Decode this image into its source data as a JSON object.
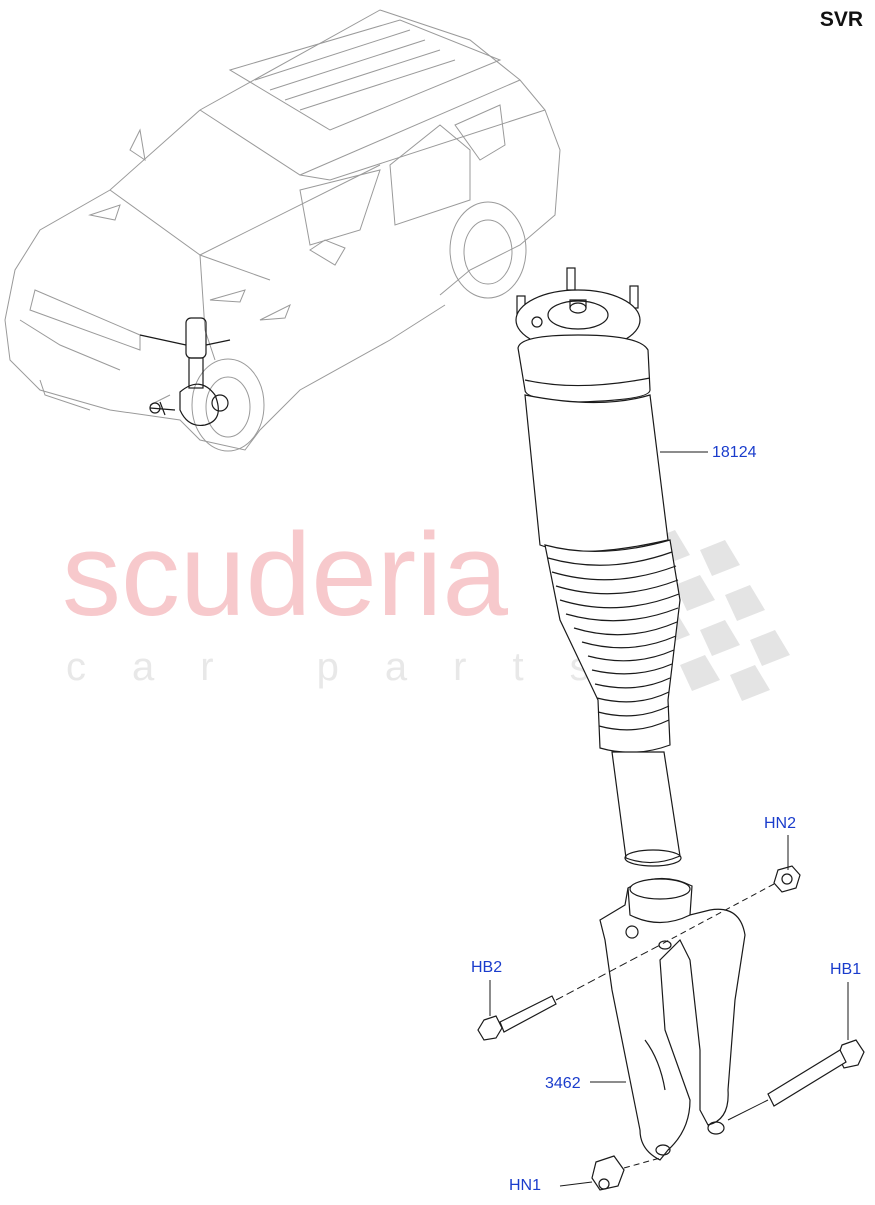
{
  "variant_badge": "SVR",
  "watermark": {
    "brand": "scuderia",
    "tagline": "car parts"
  },
  "callouts": {
    "strut": "18124",
    "knuckle_bracket": "3462",
    "nut_upper": "HN2",
    "bolt_left": "HB2",
    "bolt_right": "HB1",
    "nut_lower": "HN1"
  },
  "colors": {
    "callout": "#1a3ccc",
    "watermark_brand": "#f7c9cc",
    "line": "#1a1a1a"
  }
}
